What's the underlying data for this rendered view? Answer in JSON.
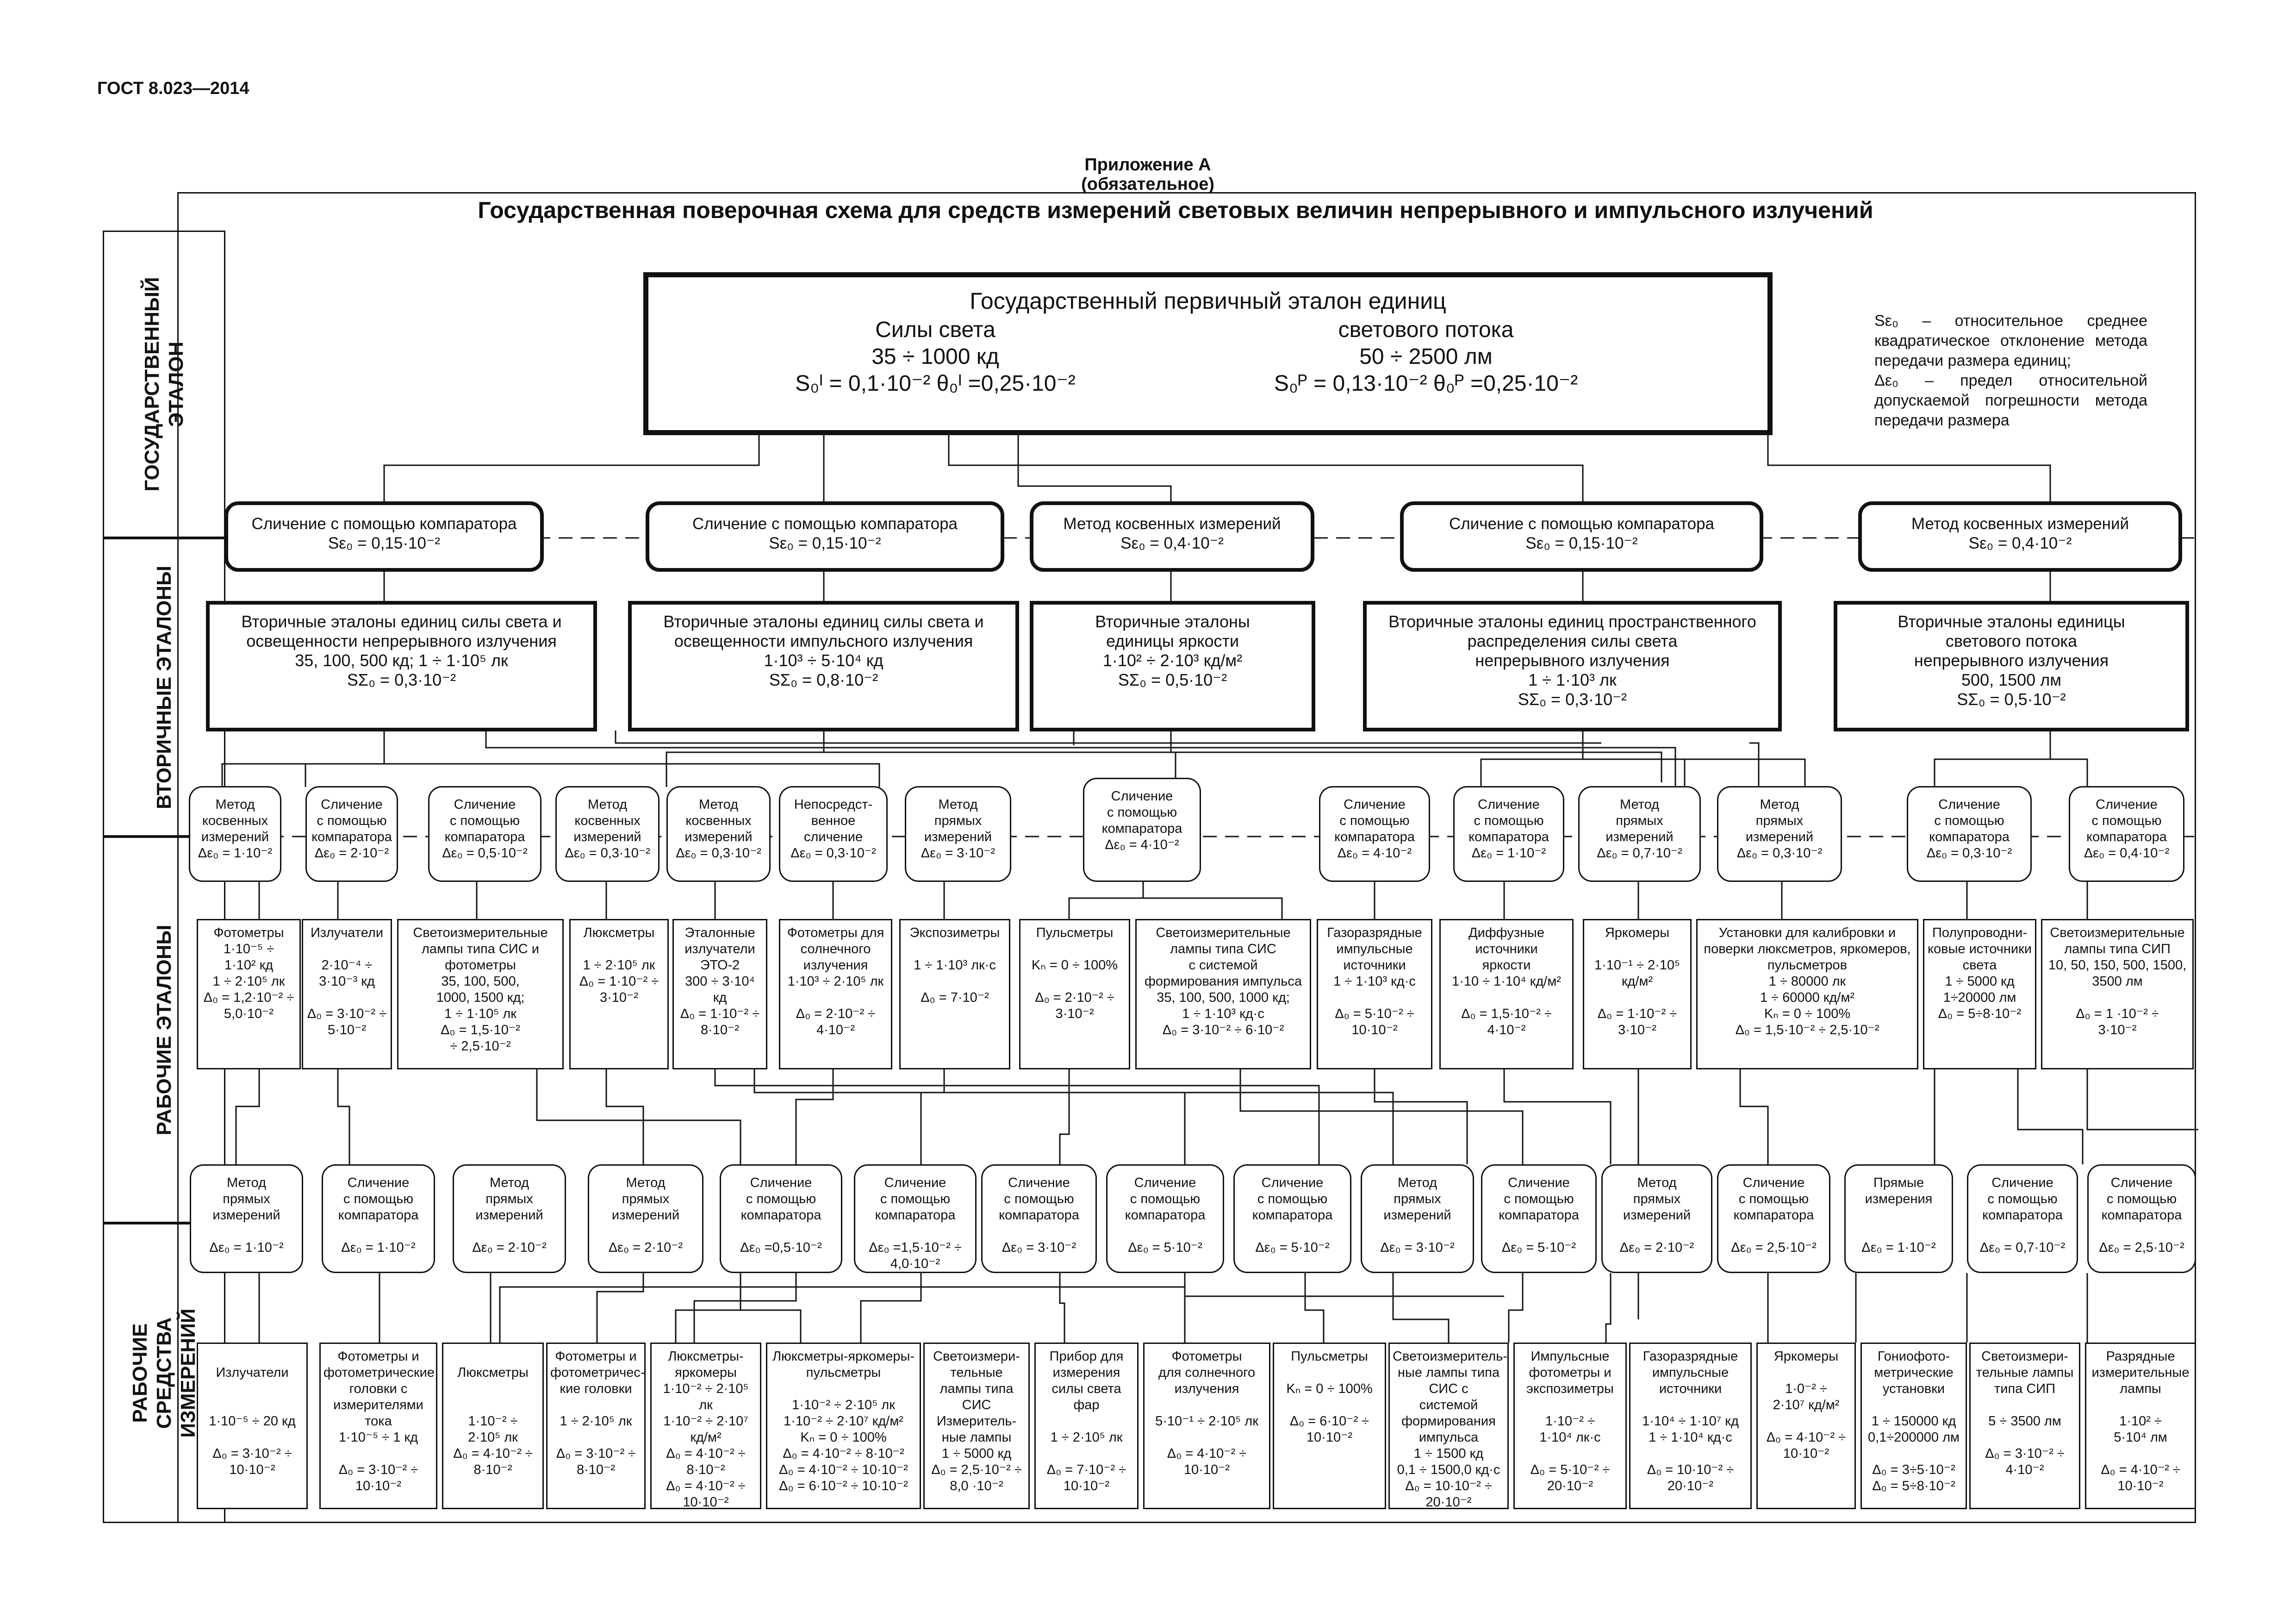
{
  "header": {
    "doc_code": "ГОСТ 8.023—2014",
    "appendix": "Приложение А\n(обязательное)",
    "title": "Государственная поверочная схема для средств измерений световых величин непрерывного и импульсного излучений"
  },
  "sections": [
    {
      "label": "ГОСУДАРСТВЕННЫЙ\nЭТАЛОН"
    },
    {
      "label": "ВТОРИЧНЫЕ ЭТАЛОНЫ"
    },
    {
      "label": "РАБОЧИЕ ЭТАЛОНЫ"
    },
    {
      "label": "РАБОЧИЕ\nСРЕДСТВА\nИЗМЕРЕНИЙ"
    }
  ],
  "primary": {
    "title": "Государственный первичный эталон единиц",
    "left": "Силы света\n35 ÷ 1000 кд\nS₀ᴵ = 0,1·10⁻²    θ₀ᴵ =0,25·10⁻²",
    "right": "светового потока\n50 ÷ 2500 лм\nS₀ᴾ = 0,13·10⁻²    θ₀ᴾ =0,25·10⁻²"
  },
  "note": "Sε₀ – относительное среднее квадратическое отклонение метода передачи размера единиц;\nΔε₀ – предел относительной допускаемой погрешности метода передачи размера",
  "methods_primary": [
    "Сличение с помощью компаратора\nSε₀ = 0,15·10⁻²",
    "Сличение с помощью компаратора\nSε₀ = 0,15·10⁻²",
    "Метод косвенных измерений\nSε₀ = 0,4·10⁻²",
    "Сличение с помощью компаратора\nSε₀ = 0,15·10⁻²",
    "Метод косвенных измерений\nSε₀ = 0,4·10⁻²"
  ],
  "secondary": [
    "Вторичные эталоны единиц силы света и\nосвещенности непрерывного излучения\n35, 100, 500 кд; 1 ÷ 1·10⁵ лк\nSΣ₀ = 0,3·10⁻²",
    "Вторичные эталоны единиц силы света и\nосвещенности импульсного излучения\n1·10³ ÷ 5·10⁴ кд\nSΣ₀ = 0,8·10⁻²",
    "Вторичные эталоны\nединицы яркости\n1·10² ÷ 2·10³ кд/м²\nSΣ₀ = 0,5·10⁻²",
    "Вторичные эталоны единиц пространственного\nраспределения силы света\nнепрерывного излучения\n1 ÷ 1·10³ лк\nSΣ₀ = 0,3·10⁻²",
    "Вторичные эталоны единицы\nсветового потока\nнепрерывного излучения\n500, 1500 лм\nSΣ₀ = 0,5·10⁻²"
  ],
  "methods_secondary": [
    "Метод\nкосвенных\nизмерений\nΔε₀ = 1·10⁻²",
    "Сличение\nс помощью\nкомпаратора\nΔε₀ = 2·10⁻²",
    "Сличение\nс помощью\nкомпаратора\nΔε₀ = 0,5·10⁻²",
    "Метод\nкосвенных\nизмерений\nΔε₀ = 0,3·10⁻²",
    "Метод\nкосвенных\nизмерений\nΔε₀ = 0,3·10⁻²",
    "Непосредст-\nвенное\nсличение\nΔε₀ = 0,3·10⁻²",
    "Метод\nпрямых\nизмерений\nΔε₀ = 3·10⁻²",
    "Сличение\nс помощью\nкомпаратора\nΔε₀ = 4·10⁻²",
    "Сличение\nс помощью\nкомпаратора\nΔε₀ = 4·10⁻²",
    "Сличение\nс помощью\nкомпаратора\nΔε₀ = 1·10⁻²",
    "Метод\nпрямых\nизмерений\nΔε₀ = 0,7·10⁻²",
    "Метод\nпрямых\nизмерений\nΔε₀ = 0,3·10⁻²",
    "Сличение\nс помощью\nкомпаратора\nΔε₀ = 0,3·10⁻²",
    "Сличение\nс помощью\nкомпаратора\nΔε₀ = 0,4·10⁻²"
  ],
  "working_standards": [
    "Фотометры\n1·10⁻⁵ ÷\n1·10² кд\n1 ÷ 2·10⁵ лк\nΔ₀ = 1,2·10⁻² ÷\n5,0·10⁻²",
    "Излучатели\n\n2·10⁻⁴ ÷\n3·10⁻³ кд\n\nΔ₀ = 3·10⁻² ÷\n5·10⁻²",
    "Светоизмерительные\nлампы типа СИС и\nфотометры\n35, 100, 500,\n1000, 1500 кд;\n1 ÷ 1·10⁵ лк\nΔ₀ = 1,5·10⁻²\n÷ 2,5·10⁻²",
    "Люксметры\n\n1 ÷ 2·10⁵ лк\nΔ₀ = 1·10⁻² ÷\n3·10⁻²",
    "Эталонные\nизлучатели\nЭТО-2\n300 ÷ 3·10⁴ кд\nΔ₀ = 1·10⁻² ÷\n8·10⁻²",
    "Фотометры для\nсолнечного\nизлучения\n1·10³ ÷ 2·10⁵ лк\n\nΔ₀ = 2·10⁻² ÷\n4·10⁻²",
    "Экспозиметры\n\n1 ÷ 1·10³ лк·с\n\nΔ₀ = 7·10⁻²",
    "Пульсметры\n\nKₙ = 0 ÷ 100%\n\nΔ₀ = 2·10⁻² ÷\n3·10⁻²",
    "Светоизмерительные\nлампы типа СИС\nс системой\nформирования импульса\n35, 100, 500, 1000 кд;\n1 ÷ 1·10³ кд·с\nΔ₀ = 3·10⁻² ÷ 6·10⁻²",
    "Газоразрядные\nимпульсные\nисточники\n1 ÷ 1·10³ кд·с\n\nΔ₀ = 5·10⁻² ÷\n10·10⁻²",
    "Диффузные\nисточники\nяркости\n1·10 ÷ 1·10⁴ кд/м²\n\nΔ₀ = 1,5·10⁻² ÷\n4·10⁻²",
    "Яркомеры\n\n1·10⁻¹ ÷ 2·10⁵\nкд/м²\n\nΔ₀ = 1·10⁻² ÷\n3·10⁻²",
    "Установки для калибровки и\nповерки люксметров, яркомеров,\nпульсметров\n1 ÷ 80000 лк\n1 ÷ 60000 кд/м²\nKₙ = 0 ÷ 100%\nΔ₀ = 1,5·10⁻² ÷ 2,5·10⁻²",
    "Полупроводни-\nковые источники\nсвета\n1 ÷ 5000 кд\n1÷20000 лм\nΔ₀ = 5÷8·10⁻²",
    "Светоизмерительные\nлампы типа СИП\n10, 50, 150, 500, 1500,\n3500 лм\n\nΔ₀ = 1 ·10⁻² ÷\n3·10⁻²"
  ],
  "methods_working": [
    "Метод\nпрямых\nизмерений\n\nΔε₀ = 1·10⁻²",
    "Сличение\nс помощью\nкомпаратора\n\nΔε₀ = 1·10⁻²",
    "Метод\nпрямых\nизмерений\n\nΔε₀ = 2·10⁻²",
    "Метод\nпрямых\nизмерений\n\nΔε₀ = 2·10⁻²",
    "Сличение\nс помощью\nкомпаратора\n\nΔε₀ =0,5·10⁻²",
    "Сличение\nс помощью\nкомпаратора\n\nΔε₀ =1,5·10⁻² ÷\n4,0·10⁻²",
    "Сличение\nс помощью\nкомпаратора\n\nΔε₀ = 3·10⁻²",
    "Сличение\nс помощью\nкомпаратора\n\nΔε₀ = 5·10⁻²",
    "Сличение\nс помощью\nкомпаратора\n\nΔε₀ = 5·10⁻²",
    "Метод\nпрямых\nизмерений\n\nΔε₀ = 3·10⁻²",
    "Сличение\nс помощью\nкомпаратора\n\nΔε₀ = 5·10⁻²",
    "Метод\nпрямых\nизмерений\n\nΔε₀ = 2·10⁻²",
    "Сличение\nс помощью\nкомпаратора\n\nΔε₀ = 2,5·10⁻²",
    "Прямые\nизмерения\n\n\nΔε₀ = 1·10⁻²",
    "Сличение\nс помощью\nкомпаратора\n\nΔε₀ = 0,7·10⁻²",
    "Сличение\nс помощью\nкомпаратора\n\nΔε₀ = 2,5·10⁻²"
  ],
  "working_instruments": [
    "\nИзлучатели\n\n\n1·10⁻⁵ ÷ 20 кд\n\nΔ₀ = 3·10⁻² ÷\n10·10⁻²",
    "Фотометры и\nфотометрические\nголовки с\nизмерителями\nтока\n1·10⁻⁵ ÷ 1 кд\n\nΔ₀ = 3·10⁻² ÷\n10·10⁻²",
    "\nЛюксметры\n\n\n1·10⁻² ÷\n2·10⁵ лк\nΔ₀ = 4·10⁻² ÷\n8·10⁻²",
    "Фотометры и\nфотометричес-\nкие головки\n\n1 ÷ 2·10⁵ лк\n\nΔ₀ = 3·10⁻² ÷\n8·10⁻²",
    "Люксметры-\nяркомеры\n1·10⁻² ÷ 2·10⁵ лк\n1·10⁻² ÷ 2·10⁷\nкд/м²\nΔ₀ = 4·10⁻² ÷\n8·10⁻²\nΔ₀ = 4·10⁻² ÷\n10·10⁻²",
    "Люксметры-яркомеры-\nпульсметры\n\n1·10⁻² ÷ 2·10⁵ лк\n1·10⁻² ÷ 2·10⁷ кд/м²\nKₙ = 0 ÷ 100%\nΔ₀ = 4·10⁻² ÷ 8·10⁻²\nΔ₀ = 4·10⁻² ÷ 10·10⁻²\nΔ₀ = 6·10⁻² ÷ 10·10⁻²",
    "Светоизмери-\nтельные\nлампы типа\nСИС\nИзмеритель-\nные лампы\n1 ÷ 5000 кд\nΔ₀ = 2,5·10⁻² ÷\n8,0 ·10⁻²",
    "Прибор для\nизмерения\nсилы света\nфар\n\n1 ÷ 2·10⁵ лк\n\nΔ₀ = 7·10⁻² ÷\n10·10⁻²",
    "Фотометры\nдля солнечного\nизлучения\n\n5·10⁻¹ ÷ 2·10⁵ лк\n\nΔ₀ = 4·10⁻² ÷\n10·10⁻²",
    "Пульсметры\n\nKₙ = 0 ÷ 100%\n\nΔ₀ = 6·10⁻² ÷\n10·10⁻²",
    "Светоизмеритель-\nные лампы типа\nСИС с\nсистемой\nформирования\nимпульса\n1 ÷ 1500 кд\n0,1 ÷ 1500,0 кд·с\nΔ₀ = 10·10⁻² ÷\n20·10⁻²",
    "Импульсные\nфотометры и\nэкспозиметры\n\n1·10⁻² ÷\n1·10⁴ лк·с\n\nΔ₀ = 5·10⁻² ÷\n20·10⁻²",
    "Газоразрядные\nимпульсные\nисточники\n\n1·10⁴ ÷ 1·10⁷ кд\n1 ÷ 1·10⁴ кд·с\n\nΔ₀ = 10·10⁻² ÷\n20·10⁻²",
    "Яркомеры\n\n1·0⁻² ÷\n2·10⁷ кд/м²\n\nΔ₀ = 4·10⁻² ÷\n10·10⁻²",
    "Гониофото-\nметрические\nустановки\n\n1 ÷ 150000 кд\n0,1÷200000 лм\n\nΔ₀ = 3÷5·10⁻²\nΔ₀ = 5÷8·10⁻²",
    "Светоизмери-\nтельные лампы\nтипа СИП\n\n5 ÷ 3500 лм\n\nΔ₀ = 3·10⁻² ÷\n4·10⁻²",
    "Разрядные\nизмерительные\nлампы\n\n1·10² ÷\n5·10⁴ лм\n\nΔ₀ = 4·10⁻² ÷\n10·10⁻²"
  ]
}
